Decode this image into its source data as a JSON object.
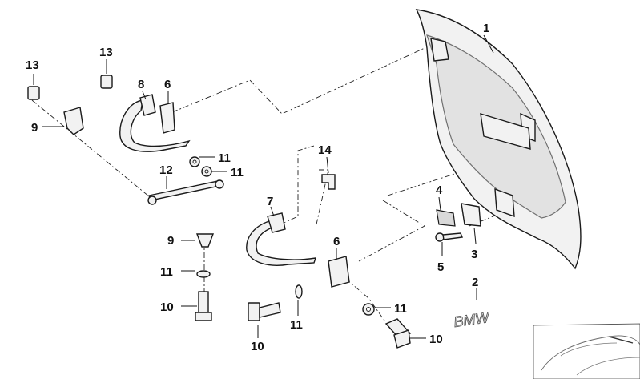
{
  "diagram": {
    "callouts": {
      "c1": "1",
      "c2": "2",
      "c3": "3",
      "c4": "4",
      "c5": "5",
      "c6a": "6",
      "c6b": "6",
      "c7": "7",
      "c8": "8",
      "c9a": "9",
      "c9b": "9",
      "c10a": "10",
      "c10b": "10",
      "c11a": "11",
      "c11b": "11",
      "c11c": "11",
      "c11d": "11",
      "c11e": "11",
      "c12": "12",
      "c13a": "13",
      "c13b": "13",
      "c14": "14"
    },
    "badge_text": "BMW",
    "colors": {
      "line": "#1a1a1a",
      "part_fill": "#f2f2f2",
      "shade": "#d9d9d9"
    },
    "icons": [
      "trunk-lid",
      "emblem",
      "gas-strut",
      "hinge",
      "bolt",
      "washer",
      "nut",
      "clip",
      "car-thumbnail"
    ]
  }
}
